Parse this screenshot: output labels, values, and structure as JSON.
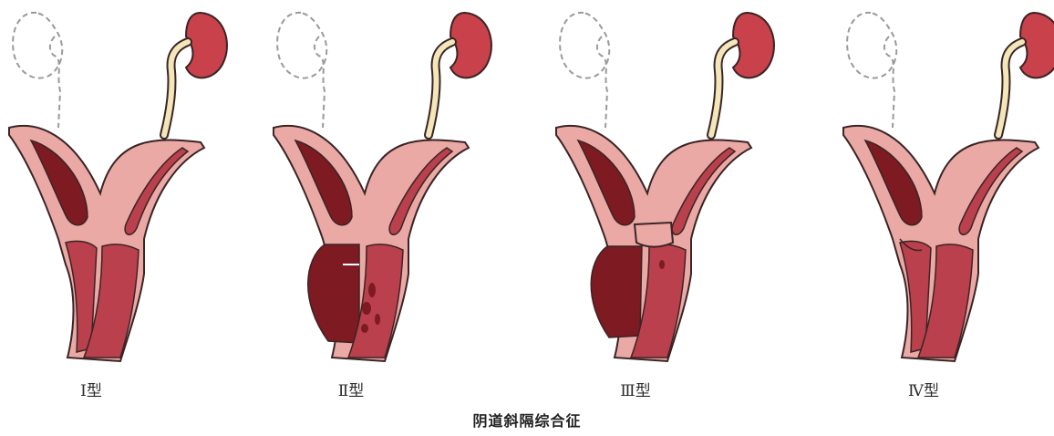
{
  "panels": [
    {
      "label": "Ⅰ型",
      "variant": "I"
    },
    {
      "label": "Ⅱ型",
      "variant": "II"
    },
    {
      "label": "Ⅲ型",
      "variant": "III"
    },
    {
      "label": "Ⅳ型",
      "variant": "IV"
    }
  ],
  "caption": "阴道斜隔综合征",
  "colors": {
    "tissue_pink": "#eba9a6",
    "cavity_dark": "#7d1a22",
    "canal_red": "#b9404c",
    "kidney_red": "#c9414a",
    "ureter_cream": "#f3e6b8",
    "outline": "#3a2424",
    "absent_dashed": "#9a9a9a"
  }
}
